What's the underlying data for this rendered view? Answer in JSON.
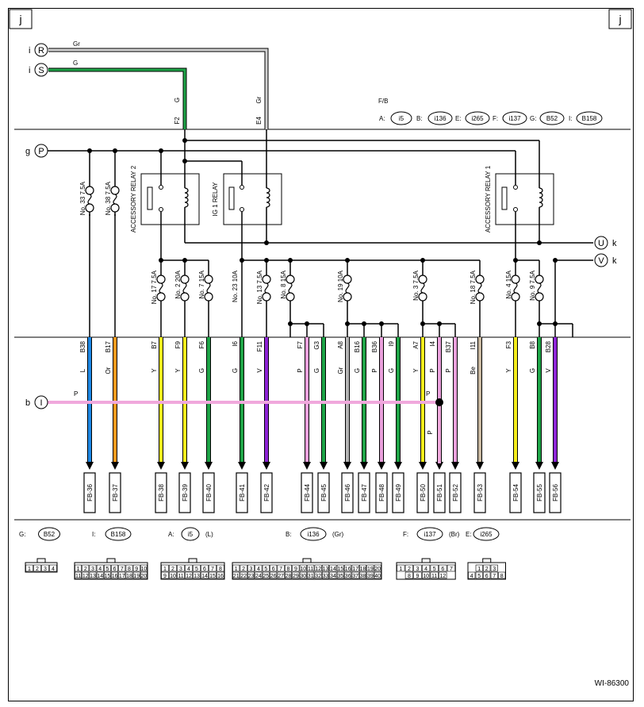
{
  "corner_left": "j",
  "corner_right": "j",
  "connectors": {
    "R": {
      "prefix": "i",
      "letter": "R"
    },
    "S": {
      "prefix": "i",
      "letter": "S"
    },
    "P": {
      "prefix": "g",
      "letter": "P"
    },
    "U": {
      "suffix": "k",
      "letter": "U"
    },
    "V": {
      "suffix": "k",
      "letter": "V"
    },
    "I": {
      "prefix": "b",
      "letter": "I"
    }
  },
  "top_wires": {
    "r_color": "Gr",
    "s_color": "G",
    "s_drop_color": "G",
    "s_drop_pin": "F2",
    "r_drop_color": "Gr",
    "r_drop_pin": "E4"
  },
  "fb_legend": {
    "title": "F/B",
    "items": [
      {
        "key": "A:",
        "name": "i5"
      },
      {
        "key": "B:",
        "name": "i136"
      },
      {
        "key": "E:",
        "name": "i265"
      },
      {
        "key": "F:",
        "name": "i137"
      },
      {
        "key": "G:",
        "name": "B52"
      },
      {
        "key": "I:",
        "name": "B158"
      }
    ]
  },
  "relays": [
    {
      "label": "ACCESSORY RELAY 2"
    },
    {
      "label": "IG 1 RELAY"
    },
    {
      "label": "ACCESSORY RELAY 1"
    }
  ],
  "fuses": [
    {
      "label": "No. 33  7.5A"
    },
    {
      "label": "No. 38  7.5A"
    },
    {
      "label": "No. 17  7.5A"
    },
    {
      "label": "No. 2  20A"
    },
    {
      "label": "No. 7  15A"
    },
    {
      "label": "No. 23  10A"
    },
    {
      "label": "No. 13  7.5A"
    },
    {
      "label": "No. 8  15A"
    },
    {
      "label": "No. 19  10A"
    },
    {
      "label": "No. 3  7.5A"
    },
    {
      "label": "No. 18  7.5A"
    },
    {
      "label": "No. 4  15A"
    },
    {
      "label": "No. 9  7.5A"
    }
  ],
  "wires": [
    {
      "pin": "B38",
      "color_code": "L",
      "terminal": "FB-36",
      "hex": "#1e88e5"
    },
    {
      "pin": "B17",
      "color_code": "Or",
      "terminal": "FB-37",
      "hex": "#fb9a1a"
    },
    {
      "pin": "B7",
      "color_code": "Y",
      "terminal": "FB-38",
      "hex": "#f5ee1c"
    },
    {
      "pin": "F9",
      "color_code": "Y",
      "terminal": "FB-39",
      "hex": "#f5ee1c"
    },
    {
      "pin": "F6",
      "color_code": "G",
      "terminal": "FB-40",
      "hex": "#1ea447"
    },
    {
      "pin": "I6",
      "color_code": "G",
      "terminal": "FB-41",
      "hex": "#1ea447"
    },
    {
      "pin": "F11",
      "color_code": "V",
      "terminal": "FB-42",
      "hex": "#8e24d6"
    },
    {
      "pin": "F7",
      "color_code": "P",
      "terminal": "FB-44",
      "hex": "#eaa0dc"
    },
    {
      "pin": "G3",
      "color_code": "G",
      "terminal": "FB-45",
      "hex": "#1ea447"
    },
    {
      "pin": "A8",
      "color_code": "Gr",
      "terminal": "FB-46",
      "hex": "#b5b5b5"
    },
    {
      "pin": "B16",
      "color_code": "G",
      "terminal": "FB-47",
      "hex": "#1ea447"
    },
    {
      "pin": "B36",
      "color_code": "P",
      "terminal": "FB-48",
      "hex": "#eaa0dc"
    },
    {
      "pin": "I9",
      "color_code": "G",
      "terminal": "FB-49",
      "hex": "#1ea447"
    },
    {
      "pin": "A7",
      "color_code": "Y",
      "terminal": "FB-50",
      "hex": "#f5ee1c"
    },
    {
      "pin": "I4",
      "color_code": "P",
      "terminal": "FB-51",
      "hex": "#eaa0dc"
    },
    {
      "pin": "B37",
      "color_code": "P",
      "terminal": "FB-52",
      "hex": "#eaa0dc"
    },
    {
      "pin": "I11",
      "color_code": "Be",
      "terminal": "FB-53",
      "hex": "#c8b8a0"
    },
    {
      "pin": "F3",
      "color_code": "Y",
      "terminal": "FB-54",
      "hex": "#f5ee1c"
    },
    {
      "pin": "B8",
      "color_code": "G",
      "terminal": "FB-55",
      "hex": "#1ea447"
    },
    {
      "pin": "B28",
      "color_code": "V",
      "terminal": "FB-56",
      "hex": "#8e24d6"
    }
  ],
  "bus_b": {
    "color_code": "P",
    "color_code_right": "P",
    "color_code_below": "P"
  },
  "colors": {
    "wire_gr": "#c8c8c8",
    "wire_g": "#1ea447",
    "wire_p": "#f0a8dc"
  },
  "pinouts": [
    {
      "id": "G:",
      "name": "B52",
      "extra": "",
      "rows": [
        [
          "1",
          "2",
          "3",
          "4"
        ]
      ]
    },
    {
      "id": "I:",
      "name": "B158",
      "extra": "",
      "rows": [
        [
          "1",
          "2",
          "3",
          "4",
          "5",
          "6",
          "7",
          "8",
          "9",
          "10"
        ],
        [
          "11",
          "12",
          "13",
          "14",
          "15",
          "16",
          "17",
          "18",
          "19",
          "20"
        ]
      ]
    },
    {
      "id": "A:",
      "name": "i5",
      "extra": "(L)",
      "rows": [
        [
          "1",
          "2",
          "3",
          "4",
          "5",
          "6",
          "7",
          "8"
        ],
        [
          "9",
          "10",
          "11",
          "12",
          "13",
          "14",
          "15",
          "16"
        ]
      ]
    },
    {
      "id": "B:",
      "name": "i136",
      "extra": "(Gr)",
      "rows": [
        [
          "1",
          "2",
          "3",
          "4",
          "5",
          "6",
          "7",
          "8",
          "9",
          "10",
          "11",
          "12",
          "13",
          "14",
          "15",
          "16",
          "17",
          "18",
          "19",
          "20"
        ],
        [
          "21",
          "22",
          "23",
          "24",
          "25",
          "26",
          "27",
          "28",
          "29",
          "30",
          "31",
          "32",
          "33",
          "34",
          "35",
          "36",
          "37",
          "38",
          "39",
          "40"
        ]
      ]
    },
    {
      "id": "F:",
      "name": "i137",
      "extra": "(Br)",
      "rows": [
        [
          "1",
          "2",
          "3",
          "4",
          "5",
          "6",
          "7"
        ],
        [
          "8",
          "9",
          "10",
          "11",
          "12"
        ]
      ]
    },
    {
      "id": "E:",
      "name": "i265",
      "extra": "",
      "rows": [
        [
          "1",
          "2",
          "3"
        ],
        [
          "4",
          "5",
          "6",
          "7",
          "8"
        ]
      ]
    }
  ],
  "figure_id": "WI-86300"
}
